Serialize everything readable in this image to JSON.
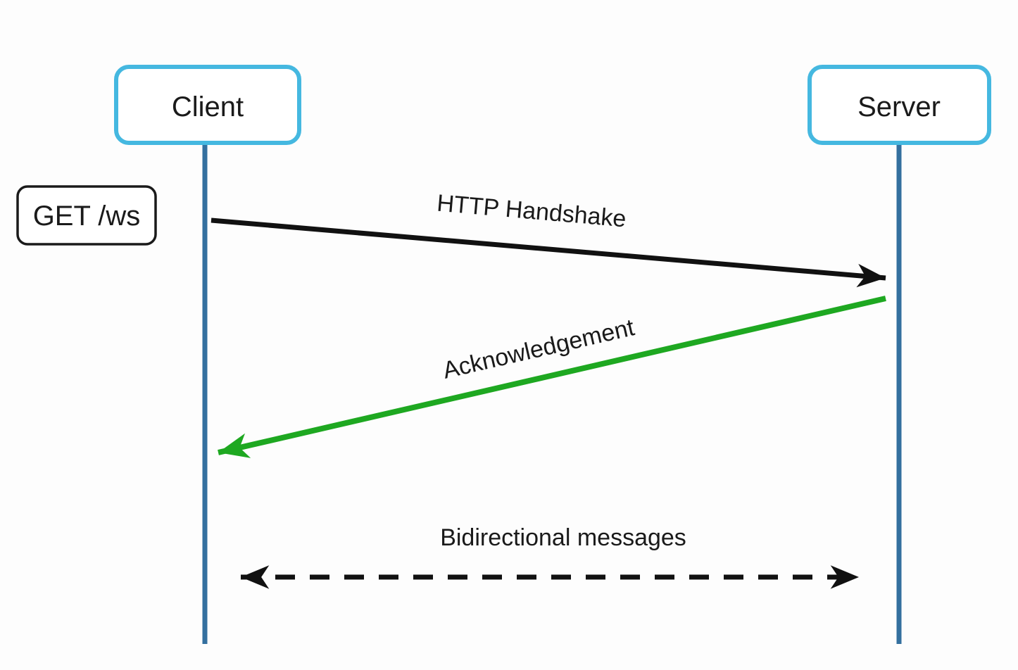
{
  "diagram": {
    "type": "sequence-diagram",
    "actors": [
      {
        "id": "client",
        "label": "Client"
      },
      {
        "id": "server",
        "label": "Server"
      }
    ],
    "note": {
      "label": "GET /ws",
      "attached_to": "client"
    },
    "messages": [
      {
        "label": "HTTP Handshake",
        "from": "client",
        "to": "server",
        "style": "solid",
        "color": "#111111",
        "direction": "right"
      },
      {
        "label": "Acknowledgement",
        "from": "server",
        "to": "client",
        "style": "solid",
        "color": "#1ea821",
        "direction": "left"
      },
      {
        "label": "Bidirectional messages",
        "from": "client",
        "to": "server",
        "style": "dashed",
        "color": "#111111",
        "direction": "both"
      }
    ],
    "colors": {
      "actor_border": "#45b8e0",
      "lifeline": "#34709f",
      "arrow_black": "#111111",
      "arrow_green": "#1ea821",
      "note_border": "#1a1a1a",
      "background": "#fdfdfd"
    }
  }
}
